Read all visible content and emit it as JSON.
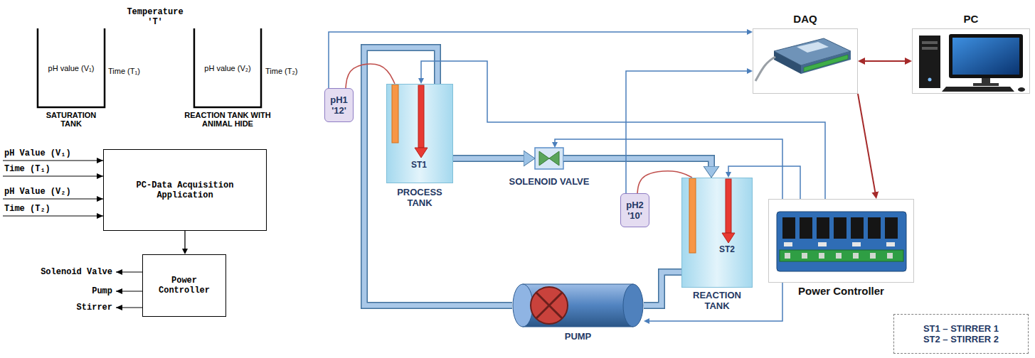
{
  "diagram": {
    "nodes": [
      {
        "text": [
          "pH value (V₁)",
          "SATURATION TANK"
        ]
      },
      {
        "text": [
          "pH value (V₂)",
          "REACTION TANK WITH ANIMAL HIDE"
        ]
      },
      {
        "text": [
          "PC-Data Acquisition Application"
        ]
      },
      {
        "text": [
          "Power Controller"
        ]
      },
      {
        "text": [
          "pH1",
          "'12'"
        ]
      },
      {
        "text": [
          "PROCESS TANK"
        ]
      },
      {
        "text": [
          "SOLENOID VALVE"
        ]
      },
      {
        "text": [
          "pH2",
          "'10'"
        ]
      },
      {
        "text": [
          "REACTION TANK"
        ]
      },
      {
        "text": [
          "PUMP"
        ]
      },
      {
        "text": [
          "DAQ"
        ]
      },
      {
        "text": [
          "PC"
        ]
      },
      {
        "text": [
          "Power Controller"
        ]
      },
      {
        "text": [
          "ST1 – STIRRER 1",
          "ST2 – STIRRER 2"
        ]
      }
    ],
    "edges": [
      {
        "from": 2,
        "to": 3,
        "arrow": "to"
      },
      {
        "from": 5,
        "to": 6,
        "arrow": "to"
      },
      {
        "from": 6,
        "to": 8,
        "arrow": "to"
      },
      {
        "from": 8,
        "to": 9,
        "arrow": "none"
      },
      {
        "from": 9,
        "to": 5,
        "arrow": "none"
      },
      {
        "from": 4,
        "to": 5,
        "arrow": "none"
      },
      {
        "from": 7,
        "to": 8,
        "arrow": "none"
      },
      {
        "from": 4,
        "to": 10,
        "arrow": "to"
      },
      {
        "from": 7,
        "to": 10,
        "arrow": "to"
      },
      {
        "from": 10,
        "to": 11,
        "arrow": "both"
      },
      {
        "from": 10,
        "to": 12,
        "arrow": "to"
      },
      {
        "from": 12,
        "to": 5,
        "arrow": "to"
      },
      {
        "from": 12,
        "to": 6,
        "arrow": "to"
      },
      {
        "from": 12,
        "to": 8,
        "arrow": "to"
      },
      {
        "from": 12,
        "to": 9,
        "arrow": "to"
      }
    ],
    "labels": [
      "Temperature 'T'",
      "Time (T₁)",
      "Time (T₂)",
      "pH Value (V₁)",
      "Time (T₁)",
      "pH Value (V₂)",
      "Time (T₂)",
      "Solenoid Valve",
      "Pump",
      "Stirrer",
      "ST1",
      "ST2"
    ]
  }
}
